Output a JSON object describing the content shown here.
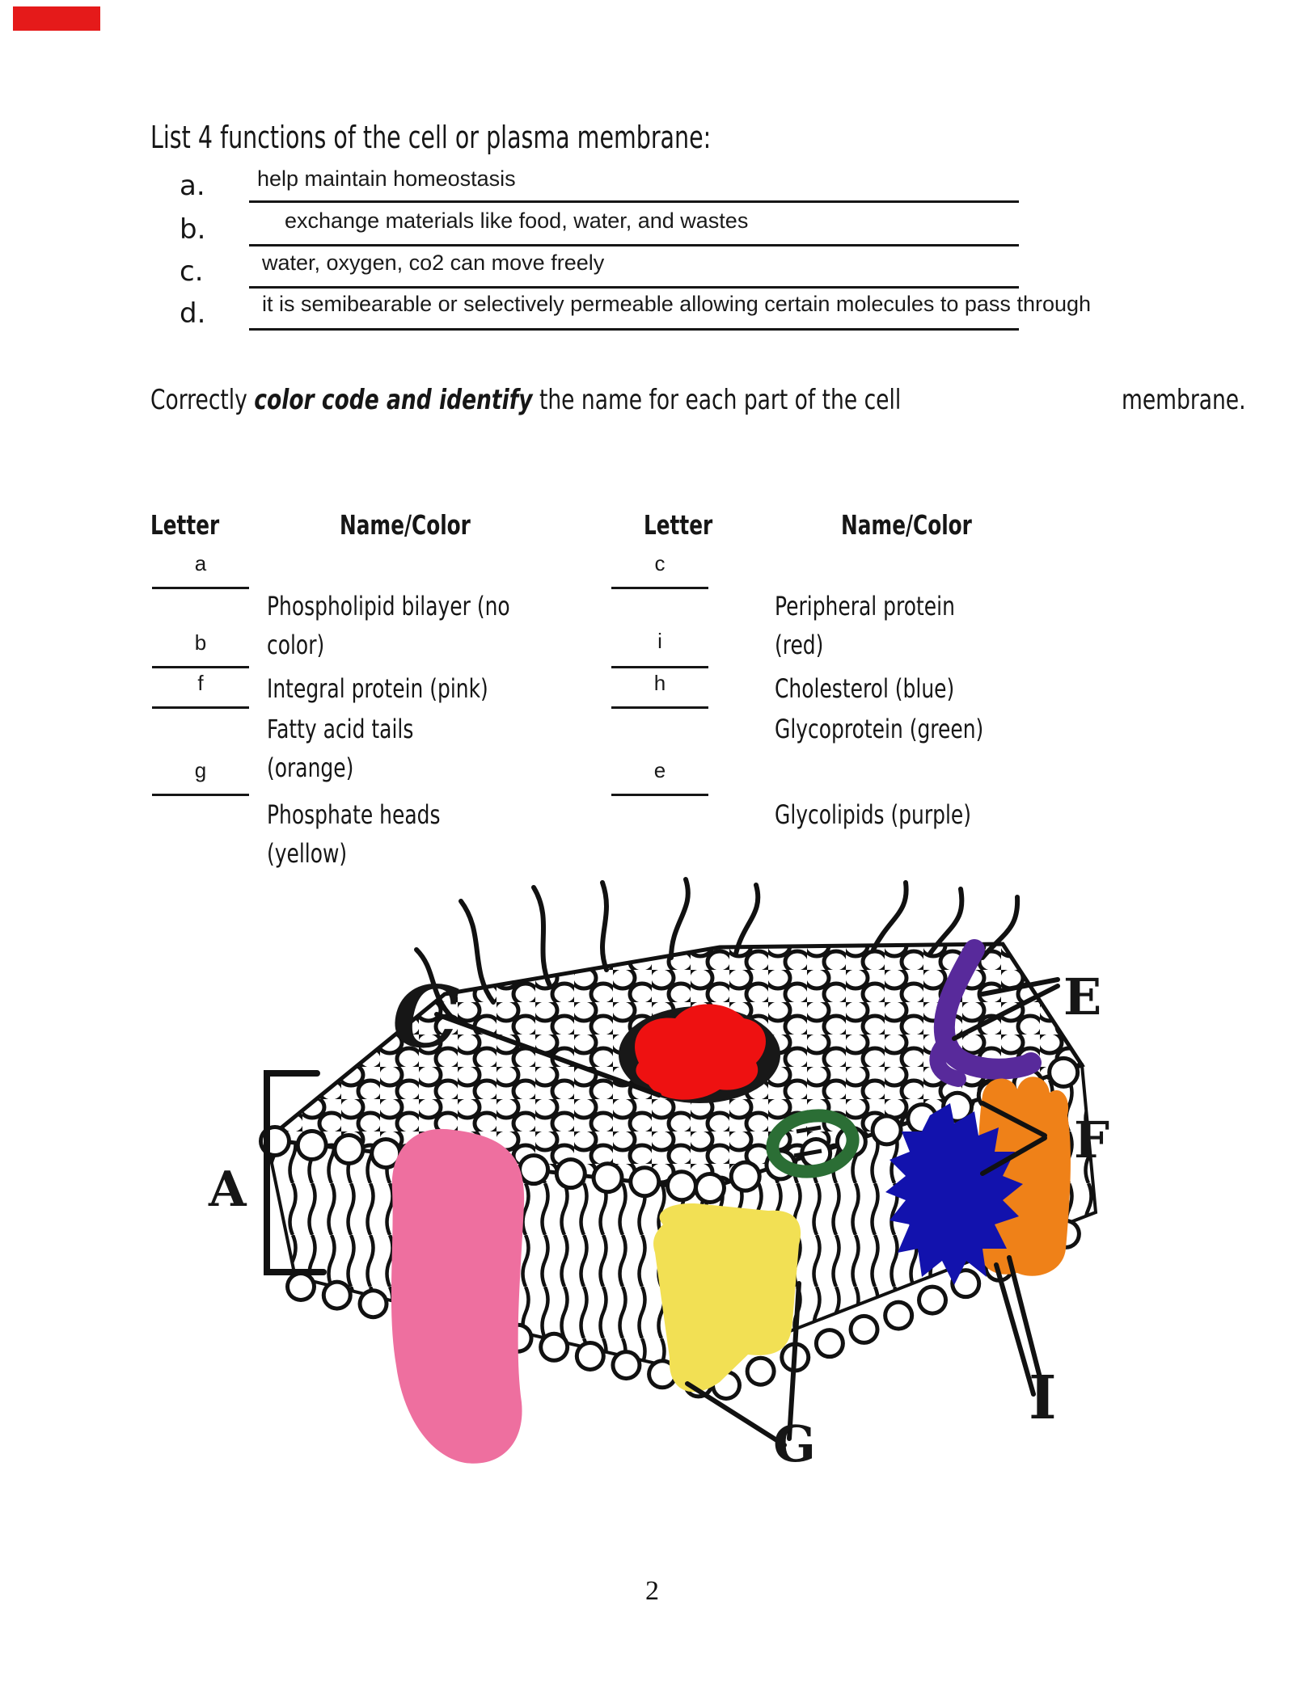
{
  "corner_mark": {
    "color": "#e51a1a"
  },
  "functions_section": {
    "title": "List 4 functions of the cell or plasma membrane:",
    "items": [
      {
        "label": "a.",
        "answer": "help maintain homeostasis"
      },
      {
        "label": "b.",
        "answer": "exchange materials like food, water, and wastes"
      },
      {
        "label": "c.",
        "answer": "water, oxygen, co2 can move freely"
      },
      {
        "label": "d.",
        "answer": "it is semibearable or selectively permeable allowing certain molecules to pass through"
      }
    ]
  },
  "color_code_section": {
    "instruction": {
      "prefix": "Correctly ",
      "emphasis": "color code and identify",
      "suffix": " the name for each part of the cell",
      "line2": "membrane."
    },
    "table": {
      "headers": [
        "Letter",
        "Name/Color",
        "Letter",
        "Name/Color"
      ],
      "rows": [
        {
          "left_letter": "a",
          "left_name": "Phospholipid bilayer (no\ncolor)",
          "right_letter": "c",
          "right_name": "Peripheral protein\n(red)"
        },
        {
          "left_letter": "b",
          "left_name": "Integral protein (pink)",
          "right_letter": "i",
          "right_name": "Cholesterol (blue)"
        },
        {
          "left_letter": "f",
          "left_name": "Fatty acid tails\n(orange)",
          "right_letter": "h",
          "right_name": "Glycoprotein (green)"
        },
        {
          "left_letter": "g",
          "left_name": "Phosphate heads\n(yellow)",
          "right_letter": "e",
          "right_name": "Glycolipids (purple)"
        }
      ]
    }
  },
  "diagram": {
    "labels": {
      "top": "C",
      "right_top": "E",
      "right": "F",
      "left": "A",
      "bottom_right": "I",
      "bottom": "G"
    },
    "colors": {
      "red": "#ee1111",
      "purple": "#582a9b",
      "orange": "#ef8118",
      "blue": "#1212ad",
      "green": "#2b6e35",
      "pink": "#ee6f9f",
      "yellow": "#f2e054"
    }
  },
  "page_number": "2"
}
